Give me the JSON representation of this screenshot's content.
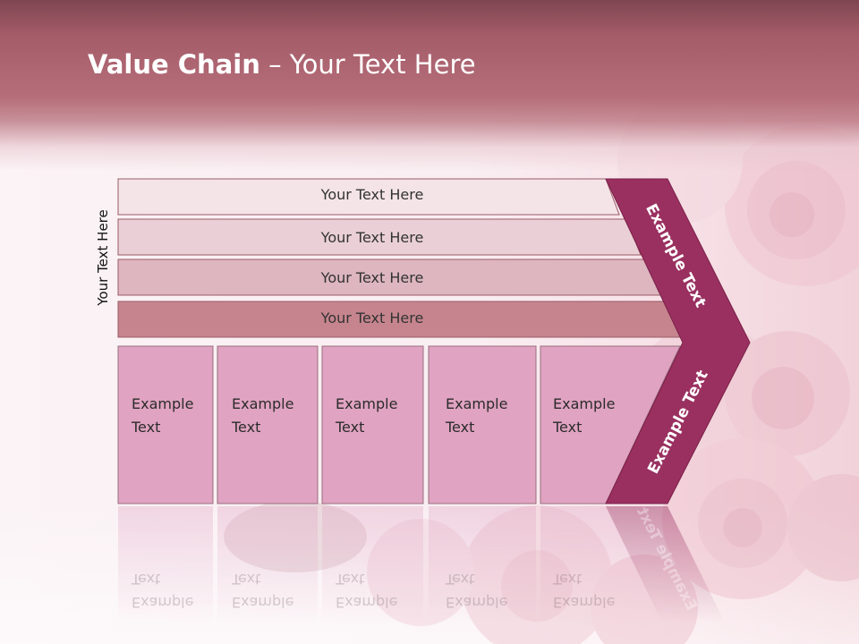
{
  "title": {
    "bold": "Value Chain",
    "rest": " – Your Text Here"
  },
  "side_label": "Your Text Here",
  "bars": [
    {
      "label": "Your Text Here"
    },
    {
      "label": "Your Text Here"
    },
    {
      "label": "Your Text Here"
    },
    {
      "label": "Your Text Here"
    }
  ],
  "boxes": [
    {
      "label": "Example\nText"
    },
    {
      "label": "Example\nText"
    },
    {
      "label": "Example\nText"
    },
    {
      "label": "Example\nText"
    },
    {
      "label": "Example\nText"
    }
  ],
  "arrow": {
    "upper_label": "Example Text",
    "lower_label": "Example Text"
  },
  "colors": {
    "header": "#a55c69",
    "bar_1": "#f4e4e8",
    "bar_2": "#ead0d6",
    "bar_3": "#ddb6bf",
    "bar_4": "#c6858e",
    "box": "#e0a3c1",
    "arrow": "#9a3060"
  }
}
